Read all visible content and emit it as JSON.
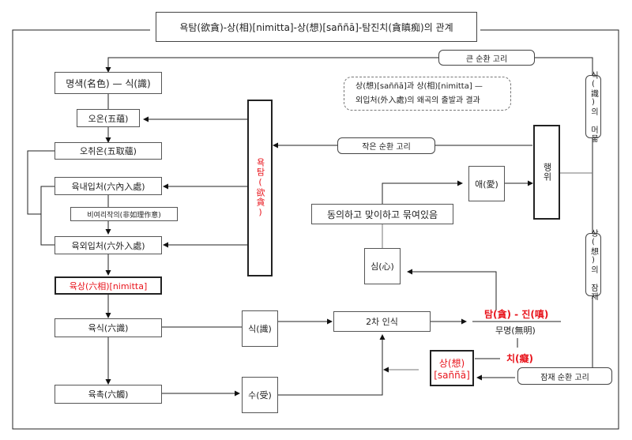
{
  "title": "욕탐(欲貪)-상(相)[nimitta]-상(想)[saññā]-탐진치(貪瞋痴)의 관계",
  "left_chain": {
    "namarupa": "명색(名色) — 식(識)",
    "five_aggregates": "오온(五蘊)",
    "five_clinging_aggregates": "오취온(五取蘊)",
    "six_inner_bases": "육내입처(六內入處)",
    "unwise_attention": "비여리작의(非如理作意)",
    "six_outer_bases": "육외입처(六外入處)",
    "six_signs": "육상(六相)[nimitta]",
    "six_consciousness": "육식(六識)",
    "six_contacts": "육촉(六觸)"
  },
  "center": {
    "greed_bar": "욕탐(欲貪)",
    "consciousness": "식(識)",
    "feeling": "수(受)",
    "secondary_cognition": "2차 인식",
    "mind": "심(心)",
    "bound_together": "동의하고 맞이하고 묶여있음",
    "craving": "애(愛)",
    "action": "행위"
  },
  "note": {
    "line1": "상(想)[saññā]과 상(相)[nimitta] —",
    "line2": "외입처(外入處)의 왜곡의 출발과 결과"
  },
  "loops": {
    "big": "큰 순환 고리",
    "small": "작은 순환 고리",
    "latent": "잠재 순환 고리"
  },
  "side_labels": {
    "consciousness_abiding": "식(識)의 머묾",
    "perception_latent": "상(想)의 잠재"
  },
  "defilements": {
    "greed_hatred": "탐(貪) - 진(嗔)",
    "ignorance": "무명(無明)",
    "delusion": "치(癡)"
  },
  "perception_box": {
    "line1": "상(想)",
    "line2": "[saññā]"
  },
  "colors": {
    "highlight": "#e8141c",
    "line": "#222222"
  }
}
